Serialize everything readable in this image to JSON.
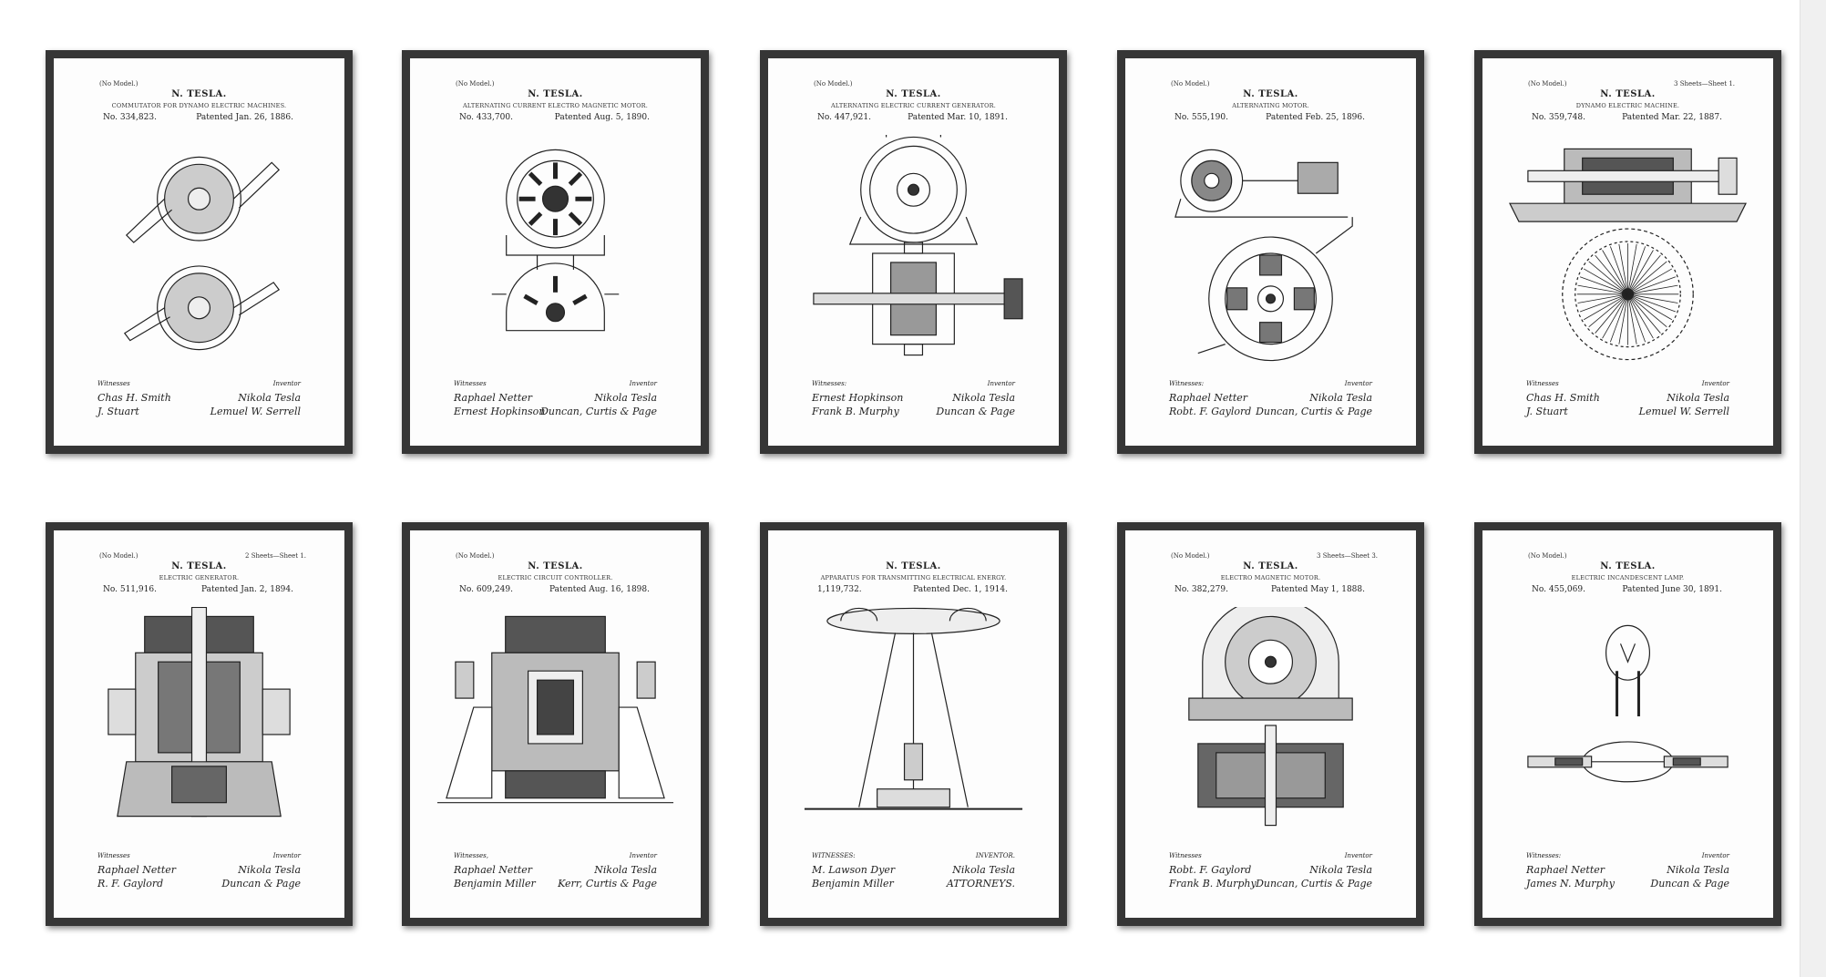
{
  "posters": [
    {
      "no_model": "(No Model.)",
      "sheets": "",
      "inventor": "N. TESLA.",
      "subtitle": "COMMUTATOR FOR DYNAMO ELECTRIC MACHINES.",
      "number": "No. 334,823.",
      "patented": "Patented Jan. 26, 1886.",
      "witness_label": "Witnesses",
      "inventor_label": "Inventor",
      "signature": "Nikola Tesla",
      "witness1": "Chas H. Smith",
      "witness2": "J. Stuart",
      "attorney": "Lemuel W. Serrell"
    },
    {
      "no_model": "(No Model.)",
      "sheets": "",
      "inventor": "N. TESLA.",
      "subtitle": "ALTERNATING CURRENT ELECTRO MAGNETIC MOTOR.",
      "number": "No. 433,700.",
      "patented": "Patented Aug. 5, 1890.",
      "witness_label": "Witnesses",
      "inventor_label": "Inventor",
      "signature": "Nikola Tesla",
      "witness1": "Raphael Netter",
      "witness2": "Ernest Hopkinson",
      "attorney": "Duncan, Curtis & Page"
    },
    {
      "no_model": "(No Model.)",
      "sheets": "",
      "inventor": "N. TESLA.",
      "subtitle": "ALTERNATING ELECTRIC CURRENT GENERATOR.",
      "number": "No. 447,921.",
      "patented": "Patented Mar. 10, 1891.",
      "witness_label": "Witnesses:",
      "inventor_label": "Inventor",
      "signature": "Nikola Tesla",
      "witness1": "Ernest Hopkinson",
      "witness2": "Frank B. Murphy",
      "attorney": "Duncan & Page"
    },
    {
      "no_model": "(No Model.)",
      "sheets": "",
      "inventor": "N. TESLA.",
      "subtitle": "ALTERNATING MOTOR.",
      "number": "No. 555,190.",
      "patented": "Patented Feb. 25, 1896.",
      "witness_label": "Witnesses:",
      "inventor_label": "Inventor",
      "signature": "Nikola Tesla",
      "witness1": "Raphael Netter",
      "witness2": "Robt. F. Gaylord",
      "attorney": "Duncan, Curtis & Page"
    },
    {
      "no_model": "(No Model.)",
      "sheets": "3 Sheets—Sheet 1.",
      "inventor": "N. TESLA.",
      "subtitle": "DYNAMO ELECTRIC MACHINE.",
      "number": "No. 359,748.",
      "patented": "Patented Mar. 22, 1887.",
      "witness_label": "Witnesses",
      "inventor_label": "Inventor",
      "signature": "Nikola Tesla",
      "witness1": "Chas H. Smith",
      "witness2": "J. Stuart",
      "attorney": "Lemuel W. Serrell"
    },
    {
      "no_model": "(No Model.)",
      "sheets": "2 Sheets—Sheet 1.",
      "inventor": "N. TESLA.",
      "subtitle": "ELECTRIC GENERATOR.",
      "number": "No. 511,916.",
      "patented": "Patented Jan. 2, 1894.",
      "witness_label": "Witnesses",
      "inventor_label": "Inventor",
      "signature": "Nikola Tesla",
      "witness1": "Raphael Netter",
      "witness2": "R. F. Gaylord",
      "attorney": "Duncan & Page"
    },
    {
      "no_model": "(No Model.)",
      "sheets": "",
      "inventor": "N. TESLA.",
      "subtitle": "ELECTRIC CIRCUIT CONTROLLER.",
      "number": "No. 609,249.",
      "patented": "Patented Aug. 16, 1898.",
      "witness_label": "Witnesses,",
      "inventor_label": "Inventor",
      "signature": "Nikola Tesla",
      "witness1": "Raphael Netter",
      "witness2": "Benjamin Miller",
      "attorney": "Kerr, Curtis & Page"
    },
    {
      "no_model": "",
      "sheets": "",
      "inventor": "N. TESLA.",
      "subtitle": "APPARATUS FOR TRANSMITTING ELECTRICAL ENERGY.",
      "number": "1,119,732.",
      "patented": "Patented Dec. 1, 1914.",
      "witness_label": "WITNESSES:",
      "inventor_label": "INVENTOR.",
      "signature": "Nikola Tesla",
      "witness1": "M. Lawson Dyer",
      "witness2": "Benjamin Miller",
      "attorney": "ATTORNEYS."
    },
    {
      "no_model": "(No Model.)",
      "sheets": "3 Sheets—Sheet 3.",
      "inventor": "N. TESLA.",
      "subtitle": "ELECTRO MAGNETIC MOTOR.",
      "number": "No. 382,279.",
      "patented": "Patented May 1, 1888.",
      "witness_label": "Witnesses",
      "inventor_label": "Inventor",
      "signature": "Nikola Tesla",
      "witness1": "Robt. F. Gaylord",
      "witness2": "Frank B. Murphy",
      "attorney": "Duncan, Curtis & Page"
    },
    {
      "no_model": "(No Model.)",
      "sheets": "",
      "inventor": "N. TESLA.",
      "subtitle": "ELECTRIC INCANDESCENT LAMP.",
      "number": "No. 455,069.",
      "patented": "Patented June 30, 1891.",
      "witness_label": "Witnesses:",
      "inventor_label": "Inventor",
      "signature": "Nikola Tesla",
      "witness1": "Raphael Netter",
      "witness2": "James N. Murphy",
      "attorney": "Duncan & Page"
    }
  ]
}
